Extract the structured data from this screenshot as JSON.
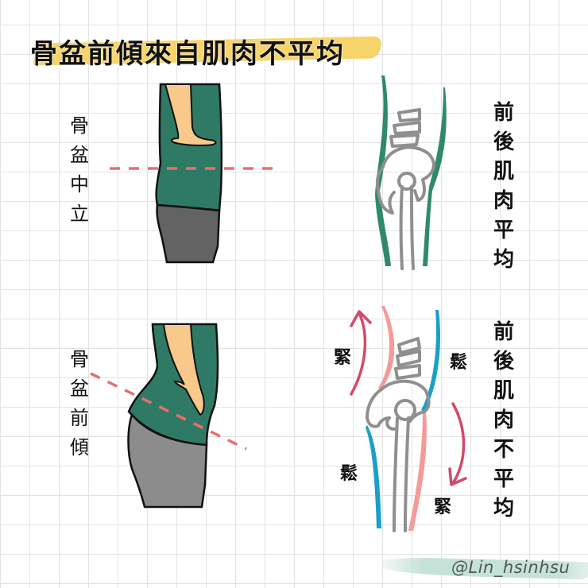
{
  "title": "骨盆前傾來自肌肉不平均",
  "colors": {
    "highlight": "#f7d46a",
    "shirt": "#2f7a64",
    "skin": "#f8c98a",
    "pants_neutral": "#636363",
    "pants_tilt": "#8c8c8c",
    "pelvis_line": "#e86f6f",
    "bone": "#8f8f8f",
    "muscle_balanced": "#2f8a6a",
    "muscle_tight": "#f59a98",
    "muscle_loose": "#1aa0c8",
    "arrow": "#d6486a"
  },
  "top_section": {
    "left_label": [
      "骨",
      "盆",
      "中",
      "立"
    ],
    "right_label": [
      "前",
      "後",
      "肌",
      "肉",
      "平",
      "均"
    ]
  },
  "bottom_section": {
    "left_label": [
      "骨",
      "盆",
      "前",
      "傾"
    ],
    "right_label": [
      "前",
      "後",
      "肌",
      "肉",
      "不",
      "平",
      "均"
    ],
    "muscle_labels": {
      "front_upper": "緊",
      "back_upper": "鬆",
      "front_lower": "鬆",
      "back_lower": "緊"
    }
  },
  "watermark": "@Lin_hsinhsu"
}
